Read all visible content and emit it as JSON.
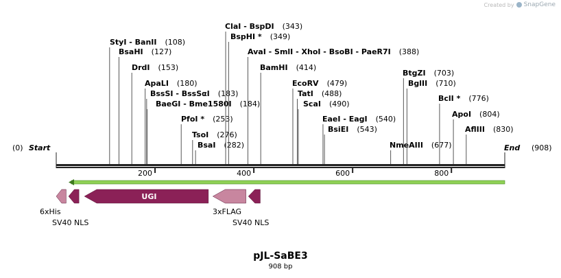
{
  "credit": {
    "prefix": "Created by",
    "brand": "SnapGene",
    "logo_icon": "snapgene-logo-icon"
  },
  "plasmid": {
    "name": "pJL-SaBE3",
    "length_label": "908 bp",
    "length": 908
  },
  "ends": [
    {
      "name": "Start",
      "pos": "(0)"
    },
    {
      "name": "End",
      "pos": "(908)"
    }
  ],
  "axis": {
    "ticks": [
      200,
      400,
      600,
      800
    ]
  },
  "sites": [
    {
      "label": "StyI  - BanII",
      "pos": "(108)",
      "bp": 108
    },
    {
      "label": "BsaHI",
      "pos": "(127)",
      "bp": 127
    },
    {
      "label": "DrdI",
      "pos": "(153)",
      "bp": 153
    },
    {
      "label": "ApaLI",
      "pos": "(180)",
      "bp": 180
    },
    {
      "label": "BssSI  - BssSαI",
      "pos": "(183)",
      "bp": 183
    },
    {
      "label": "BaeGI  - Bme1580I",
      "pos": "(184)",
      "bp": 184
    },
    {
      "label": "PfoI *",
      "pos": "(253)",
      "bp": 253
    },
    {
      "label": "TsoI",
      "pos": "(276)",
      "bp": 276
    },
    {
      "label": "BsaI",
      "pos": "(282)",
      "bp": 282
    },
    {
      "label": "ClaI  - BspDI",
      "pos": "(343)",
      "bp": 343
    },
    {
      "label": "BspHI *",
      "pos": "(349)",
      "bp": 349
    },
    {
      "label": "AvaI  - SmlI  - XhoI  - BsoBI  - PaeR7I",
      "pos": "(388)",
      "bp": 388
    },
    {
      "label": "BamHI",
      "pos": "(414)",
      "bp": 414
    },
    {
      "label": "EcoRV",
      "pos": "(479)",
      "bp": 479
    },
    {
      "label": "TatI",
      "pos": "(488)",
      "bp": 488
    },
    {
      "label": "ScaI",
      "pos": "(490)",
      "bp": 490
    },
    {
      "label": "EaeI  - EagI",
      "pos": "(540)",
      "bp": 540
    },
    {
      "label": "BsiEI",
      "pos": "(543)",
      "bp": 543
    },
    {
      "label": "NmeAIII",
      "pos": "(677)",
      "bp": 677
    },
    {
      "label": "BtgZI",
      "pos": "(703)",
      "bp": 703
    },
    {
      "label": "BglII",
      "pos": "(710)",
      "bp": 710
    },
    {
      "label": "BclI *",
      "pos": "(776)",
      "bp": 776
    },
    {
      "label": "ApoI",
      "pos": "(804)",
      "bp": 804
    },
    {
      "label": "AflIII",
      "pos": "(830)",
      "bp": 830
    }
  ],
  "features": [
    {
      "name": "6xHis",
      "start": 0,
      "end": 20,
      "color": "#c8869f"
    },
    {
      "name": "SV40 NLS",
      "start": 25,
      "end": 46,
      "color": "#8b2157"
    },
    {
      "name": "UGI",
      "start": 57,
      "end": 308,
      "color": "#8b2157"
    },
    {
      "name": "3xFLAG",
      "start": 317,
      "end": 384,
      "color": "#c8869f"
    },
    {
      "name": "SV40 NLS",
      "start": 389,
      "end": 413,
      "color": "#8b2157"
    }
  ],
  "orf": {
    "start": 25,
    "end": 908,
    "color": "#8fd155"
  },
  "colors": {
    "backbone": "#222222",
    "site_line": "#555555"
  }
}
